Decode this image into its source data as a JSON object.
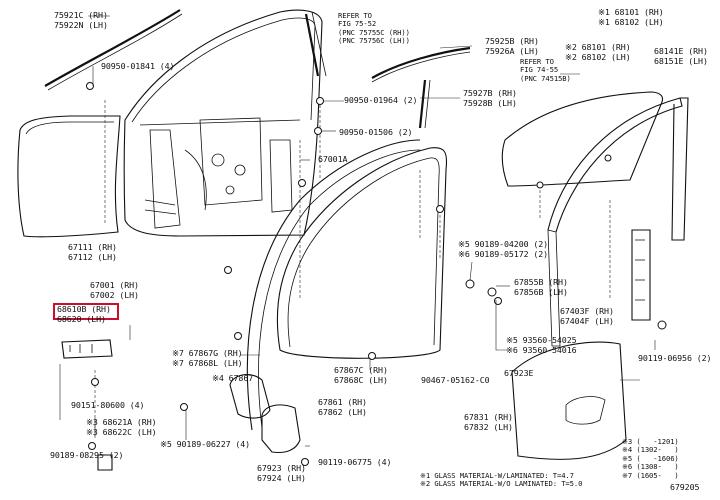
{
  "diagram_id": "679205",
  "highlighted_part": "68610B (RH)",
  "labels": {
    "l_75921": "75921C (RH)\n75922N (LH)",
    "l_90950_01841": "90950-01841 (4)",
    "l_refer_75_52": "REFER TO\nFIG 75-52\n(PNC 75755C (RH))\n(PNC 75756C (LH))",
    "l_90950_01964": "90950-01964 (2)",
    "l_90950_01506": "90950-01506 (2)",
    "l_75925": "75925B (RH)\n75926A (LH)",
    "l_75927": "75927B (RH)\n75928B (LH)",
    "l_68101a": "※1 68101 (RH)\n※1 68102 (LH)",
    "l_68101b": "※2 68101 (RH)\n※2 68102 (LH)",
    "l_refer_74_55": "REFER TO\nFIG 74-55\n(PNC 74515B)",
    "l_68141": "68141E (RH)\n68151E (LH)",
    "l_67001a": "67001A",
    "l_67111": "67111 (RH)\n67112 (LH)",
    "l_67001": "67001 (RH)\n67002 (LH)",
    "l_68610": "68610B (RH)\n68620 (LH)",
    "l_90189_04200": "※5 90189-04200 (2)\n※6 90189-05172 (2)",
    "l_67855": "67855B (RH)\n67856B (LH)",
    "l_67403": "67403F (RH)\n67404F (LH)",
    "l_93560": "※5 93560-54025\n※6 93560-54016",
    "l_90119_06956": "90119-06956 (2)",
    "l_67867g": "※7 67867G (RH)\n※7 67868L (LH)",
    "l_67867": "※4 67867",
    "l_67867c": "67867C (RH)\n67868C (LH)",
    "l_90467": "90467-05162-C0",
    "l_67923e": "67923E",
    "l_90151": "90151-80600 (4)",
    "l_68621": "※3 68621A (RH)\n※3 68622C (LH)",
    "l_67861": "67861 (RH)\n67862 (LH)",
    "l_67831": "67831 (RH)\n67832 (LH)",
    "l_90189_06227": "※5 90189-06227 (4)",
    "l_90189_08295": "90189-08295 (2)",
    "l_67923": "67923 (RH)\n67924 (LH)",
    "l_90119_06775": "90119-06775 (4)",
    "l_notes": "※1 GLASS MATERIAL-W/LAMINATED: T=4.7\n※2 GLASS MATERIAL-W/O LAMINATED: T=5.0",
    "l_dates": "※3 (   -1201)\n※4 (1302-   )\n※5 (   -1606)\n※6 (1308-   )\n※7 (1605-   )",
    "l_fig": "679205"
  }
}
